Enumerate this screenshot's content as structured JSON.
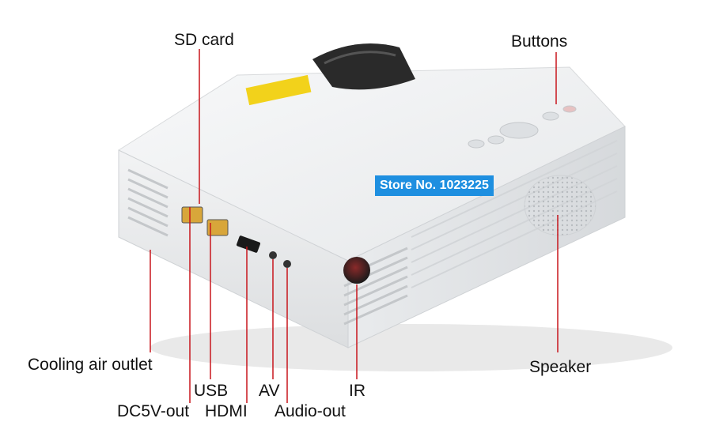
{
  "labels": {
    "sd_card": "SD card",
    "buttons": "Buttons",
    "cooling": "Cooling air outlet",
    "speaker": "Speaker",
    "usb": "USB",
    "av": "AV",
    "ir": "IR",
    "dc5v": "DC5V-out",
    "hdmi": "HDMI",
    "audio_out": "Audio-out"
  },
  "watermark": "Store No. 1023225",
  "colors": {
    "leader_line": "#c8161d",
    "watermark_bg": "#1e8fe0",
    "projector_body": "#f1f2f3"
  }
}
